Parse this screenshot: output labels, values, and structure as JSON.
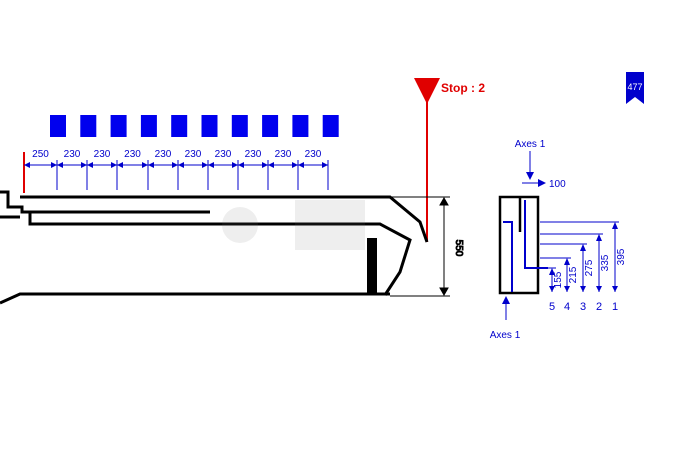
{
  "badge": {
    "label": "477"
  },
  "stop": {
    "label": "Stop : 2"
  },
  "top_dims": [
    "250",
    "230",
    "230",
    "230",
    "230",
    "230",
    "230",
    "230",
    "230",
    "230"
  ],
  "height_dim": "550",
  "section": {
    "axes_top_label": "Axes 1",
    "axes_bottom_label": "Axes 1",
    "width_dim": "100",
    "step_dims": [
      "155",
      "215",
      "275",
      "335",
      "395"
    ],
    "step_numbers": [
      "5",
      "4",
      "3",
      "2",
      "1"
    ]
  },
  "colors": {
    "dim": "#0000cc",
    "stop": "#e00000",
    "block": "#0000ee",
    "part": "#000000"
  }
}
